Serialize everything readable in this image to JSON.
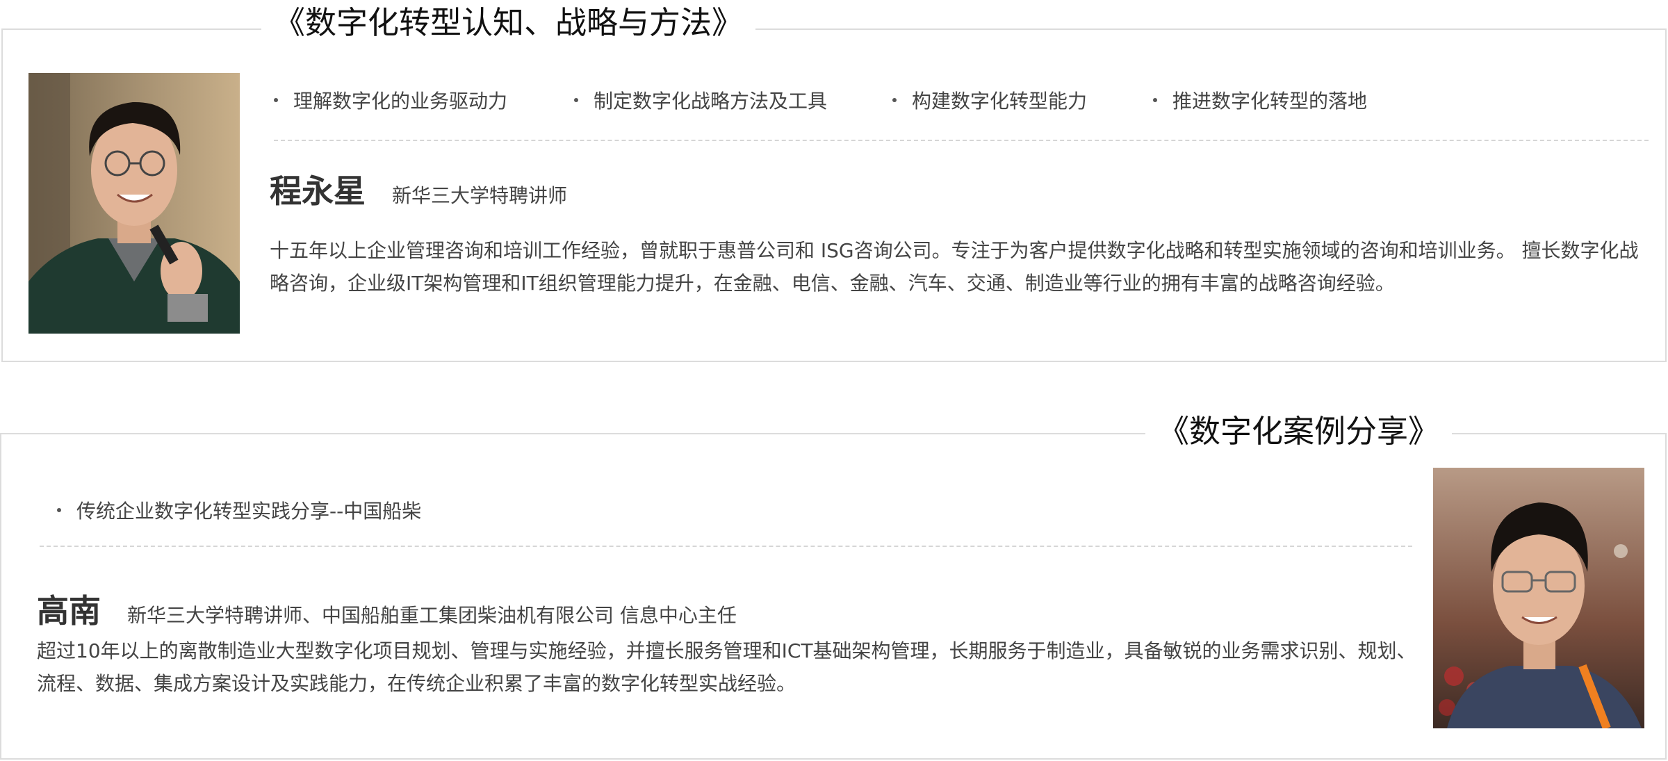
{
  "sections": [
    {
      "title": "《数字化转型认知、战略与方法》",
      "bullets": [
        "理解数字化的业务驱动力",
        "制定数字化战略方法及工具",
        "构建数字化转型能力",
        "推进数字化转型的落地"
      ],
      "name": "程永星",
      "role": "新华三大学特聘讲师",
      "bio": "十五年以上企业管理咨询和培训工作经验，曾就职于惠普公司和 ISG咨询公司。专注于为客户提供数字化战略和转型实施领域的咨询和培训业务。 擅长数字化战略咨询，企业级IT架构管理和IT组织管理能力提升，在金融、电信、金融、汽车、交通、制造业等行业的拥有丰富的战略咨询经验。"
    },
    {
      "title": "《数字化案例分享》",
      "bullets": [
        "传统企业数字化转型实践分享--中国船柴"
      ],
      "name": "高南",
      "role": "新华三大学特聘讲师、中国船舶重工集团柴油机有限公司 信息中心主任",
      "bio": "超过10年以上的离散制造业大型数字化项目规划、管理与实施经验，并擅长服务管理和ICT基础架构管理，长期服务于制造业，具备敏锐的业务需求识别、规划、流程、数据、集成方案设计及实践能力，在传统企业积累了丰富的数字化转型实战经验。"
    }
  ]
}
